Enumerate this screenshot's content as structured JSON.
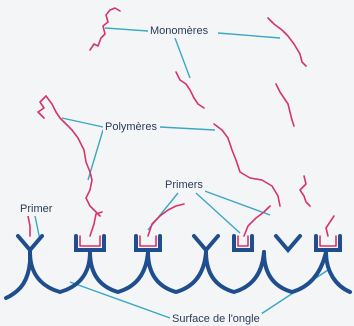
{
  "labels": {
    "monomers": "Monomères",
    "polymers": "Polymères",
    "primers": "Primers",
    "primer": "Primer",
    "nail_surface": "Surface de l'ongle"
  },
  "colors": {
    "molecule": "#d8336a",
    "nail": "#1f4e8f",
    "leader": "#3aa7c4",
    "text": "#2a3b57",
    "background": "#f4f5f7"
  }
}
